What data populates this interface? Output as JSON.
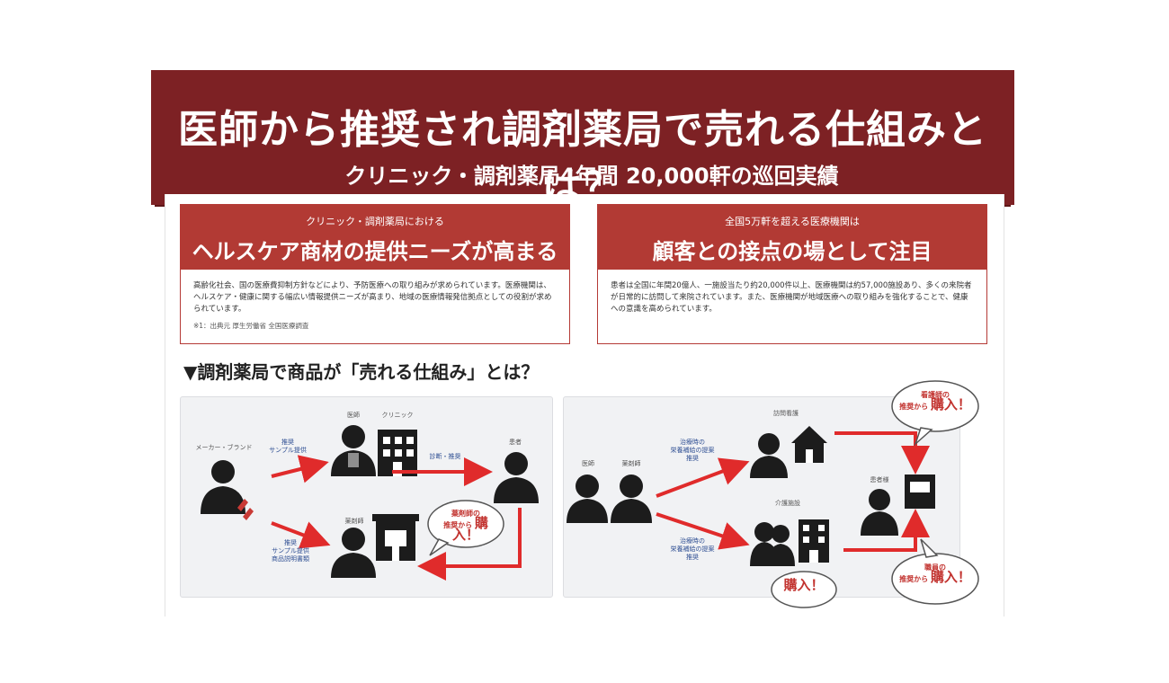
{
  "header": {
    "title": "医師から推奨され調剤薬局で売れる仕組みとは？",
    "subtitle": "クリニック・調剤薬局4年間 20,000軒の巡回実績"
  },
  "cards": [
    {
      "kicker": "クリニック・調剤薬局における",
      "title": "ヘルスケア商材の提供ニーズが高まる",
      "body": "高齢化社会、国の医療費抑制方針などにより、予防医療への取り組みが求められています。医療機関は、ヘルスケア・健康に関する幅広い情報提供ニーズが高まり、地域の医療情報発信拠点としての役割が求められています。",
      "note": "※1：出典元 厚生労働省 全国医療調査"
    },
    {
      "kicker": "全国5万軒を超える医療機関は",
      "title": "顧客との接点の場として注目",
      "body": "患者は全国に年間20億人、一施設当たり約20,000件以上、医療機関は約57,000施設あり、多くの来院者が日常的に訪問して来院されています。また、医療機関が地域医療への取り組みを強化することで、健康への意識を高められています。",
      "note": ""
    }
  ],
  "section_heading": "▼調剤薬局で商品が「売れる仕組み」とは？",
  "left_diagram": {
    "maker_label": "メーカー・ブランド",
    "clinic_label": "医師",
    "clinic_building_label": "クリニック",
    "patient_label": "患者",
    "pharmacist_label": "薬剤師",
    "arrow_top_label": "推奨\nサンプル提供",
    "arrow_mid_label": "診断・推奨",
    "arrow_bottom_label": "推奨\nサンプル提供\n商品説明書類",
    "bubble_small": "薬剤師の\n推奨から",
    "bubble_big": "購入！"
  },
  "right_diagram": {
    "doctor_label": "医師",
    "pharmacist_label": "薬剤師",
    "nursing_label": "訪問看護",
    "care_label": "介護施設",
    "patient_label": "患者様",
    "arrow_top_label": "治療時の\n栄養補給の提案\n推奨",
    "arrow_bottom_label": "治療時の\n栄養補給の提案\n推奨",
    "bubble_top_small": "看護師の\n推奨から",
    "bubble_bottom_small": "職員の\n推奨から",
    "bubble_big": "購入！"
  },
  "colors": {
    "header": "#7d2124",
    "card_head": "#b23a34",
    "arrow": "#e02b2b"
  }
}
